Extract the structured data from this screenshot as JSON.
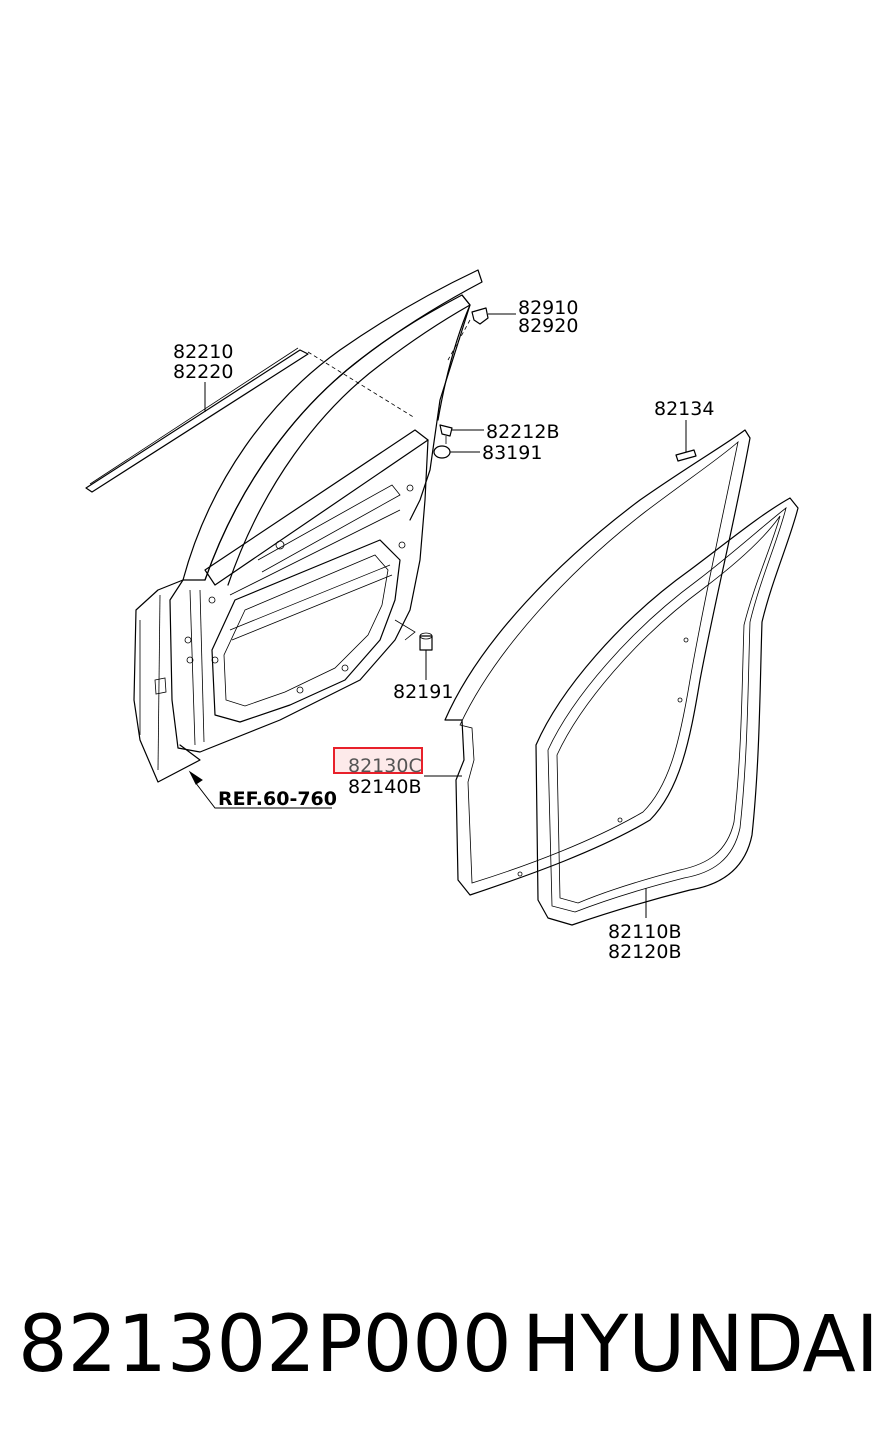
{
  "labels": {
    "l82910": "82910",
    "l82920": "82920",
    "l82210": "82210",
    "l82220": "82220",
    "l82212B": "82212B",
    "l83191": "83191",
    "l82134": "82134",
    "l82191": "82191",
    "l82130C": "82130C",
    "l82140B": "82140B",
    "l82110B": "82110B",
    "l82120B": "82120B",
    "ref": "REF.60-760"
  },
  "highlight_color": "#e8202a",
  "footer": {
    "part_number": "821302P000",
    "brand": "HYUNDAI"
  }
}
